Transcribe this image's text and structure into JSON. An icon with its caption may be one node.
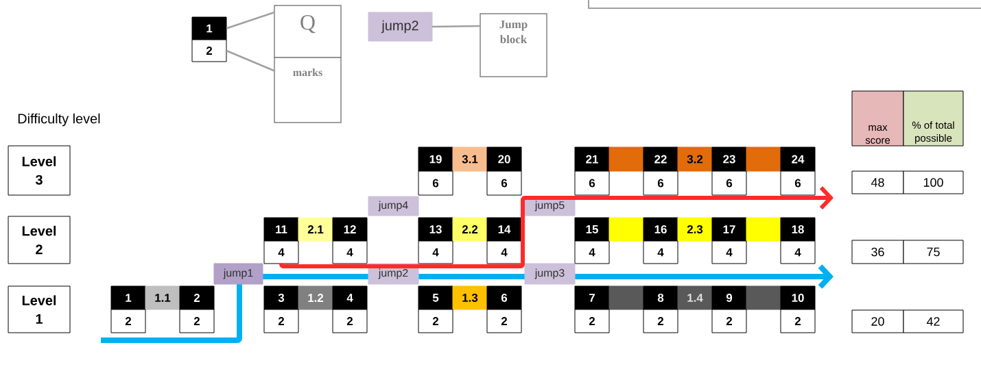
{
  "diagram": {
    "nodes": [
      {
        "text": [
          "1"
        ]
      },
      {
        "text": [
          "2"
        ]
      },
      {
        "text": [
          "Q"
        ]
      },
      {
        "text": [
          "marks"
        ]
      },
      {
        "text": [
          "jump2"
        ]
      },
      {
        "text": [
          "Jump block"
        ]
      },
      {
        "text": [
          "max score"
        ]
      },
      {
        "text": [
          "% of total possible"
        ]
      },
      {
        "text": [
          "Level 3"
        ]
      },
      {
        "text": [
          "19"
        ]
      },
      {
        "text": [
          "3.1"
        ]
      },
      {
        "text": [
          "20"
        ]
      },
      {
        "text": [
          "21"
        ]
      },
      {
        "text": [],
        "shape": "box"
      },
      {
        "text": [
          "22"
        ]
      },
      {
        "text": [
          "3.2"
        ]
      },
      {
        "text": [
          "23"
        ]
      },
      {
        "text": [],
        "shape": "box"
      },
      {
        "text": [
          "24"
        ]
      },
      {
        "text": [
          "6"
        ]
      },
      {
        "text": [
          "6"
        ]
      },
      {
        "text": [
          "6"
        ]
      },
      {
        "text": [
          "6"
        ]
      },
      {
        "text": [
          "6"
        ]
      },
      {
        "text": [
          "6"
        ]
      },
      {
        "text": [
          "48"
        ]
      },
      {
        "text": [
          "100"
        ]
      },
      {
        "text": [
          "jump4"
        ]
      },
      {
        "text": [
          "jump5"
        ]
      },
      {
        "text": [
          "Level 2"
        ]
      },
      {
        "text": [
          "11"
        ]
      },
      {
        "text": [
          "2.1"
        ]
      },
      {
        "text": [
          "12"
        ]
      },
      {
        "text": [
          "13"
        ]
      },
      {
        "text": [
          "2.2"
        ]
      },
      {
        "text": [
          "14"
        ]
      },
      {
        "text": [
          "15"
        ]
      },
      {
        "text": [],
        "shape": "box"
      },
      {
        "text": [
          "16"
        ]
      },
      {
        "text": [
          "2.3"
        ]
      },
      {
        "text": [
          "17"
        ]
      },
      {
        "text": [],
        "shape": "box"
      },
      {
        "text": [
          "18"
        ]
      },
      {
        "text": [
          "4"
        ]
      },
      {
        "text": [
          "4"
        ]
      },
      {
        "text": [
          "4"
        ]
      },
      {
        "text": [
          "4"
        ]
      },
      {
        "text": [
          "4"
        ]
      },
      {
        "text": [
          "4"
        ]
      },
      {
        "text": [
          "4"
        ]
      },
      {
        "text": [
          "4"
        ]
      },
      {
        "text": [
          "36"
        ]
      },
      {
        "text": [
          "75"
        ]
      },
      {
        "text": [
          "jump1"
        ]
      },
      {
        "text": [
          "jump2"
        ]
      },
      {
        "text": [
          "jump3"
        ]
      },
      {
        "text": [
          "Level 1"
        ]
      },
      {
        "text": [
          "1"
        ]
      },
      {
        "text": [
          "1.1"
        ]
      },
      {
        "text": [
          "2"
        ]
      },
      {
        "text": [
          "3"
        ]
      },
      {
        "text": [
          "1.2"
        ]
      },
      {
        "text": [
          "4"
        ]
      },
      {
        "text": [
          "5"
        ]
      },
      {
        "text": [
          "1.3"
        ]
      },
      {
        "text": [
          "6"
        ]
      },
      {
        "text": [
          "7"
        ]
      },
      {
        "text": [],
        "shape": "box"
      },
      {
        "text": [
          "8"
        ]
      },
      {
        "text": [
          "1.4"
        ]
      },
      {
        "text": [
          "9"
        ]
      },
      {
        "text": [],
        "shape": "box"
      },
      {
        "text": [
          "10"
        ]
      },
      {
        "text": [
          "2"
        ]
      },
      {
        "text": [
          "2"
        ]
      },
      {
        "text": [
          "2"
        ]
      },
      {
        "text": [
          "2"
        ]
      },
      {
        "text": [
          "2"
        ]
      },
      {
        "text": [
          "2"
        ]
      },
      {
        "text": [
          "2"
        ]
      },
      {
        "text": [
          "2"
        ]
      },
      {
        "text": [
          "2"
        ]
      },
      {
        "text": [
          "2"
        ]
      },
      {
        "text": [
          "20"
        ]
      },
      {
        "text": [
          "42"
        ]
      }
    ],
    "edges": [
      {
        "from": 0,
        "to": 2,
        "arrow": "none"
      },
      {
        "from": 1,
        "to": 3,
        "arrow": "none"
      },
      {
        "from": 4,
        "to": 5,
        "arrow": "none"
      },
      {
        "from": 43,
        "to": 24,
        "arrow": "to",
        "style": "thick",
        "color": "#ff2a2a"
      }
    ],
    "labels": [
      "Difficulty level"
    ]
  }
}
